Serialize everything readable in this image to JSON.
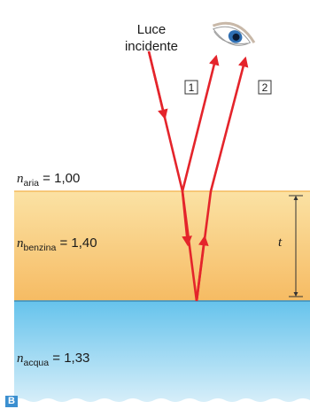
{
  "incident_label_line1": "Luce",
  "incident_label_line2": "incidente",
  "ray_labels": [
    "1",
    "2"
  ],
  "thickness_label": "t",
  "media": {
    "air": {
      "symbol": "n",
      "subscript": "aria",
      "equals": " = 1,00",
      "value": 1.0
    },
    "gasoline": {
      "symbol": "n",
      "subscript": "benzina",
      "equals": " = 1,40",
      "value": 1.4
    },
    "water": {
      "symbol": "n",
      "subscript": "acqua",
      "equals": " = 1,33",
      "value": 1.33
    }
  },
  "figure_tag": "B",
  "colors": {
    "ray": "#e4242b",
    "gasoline_top": "#fbe2a4",
    "gasoline_bottom": "#f6bb63",
    "water_top": "#66c3ec",
    "water_bottom": "#d6eef9",
    "interface": "#444444",
    "figure_tag_bg": "#3b8fd0"
  }
}
